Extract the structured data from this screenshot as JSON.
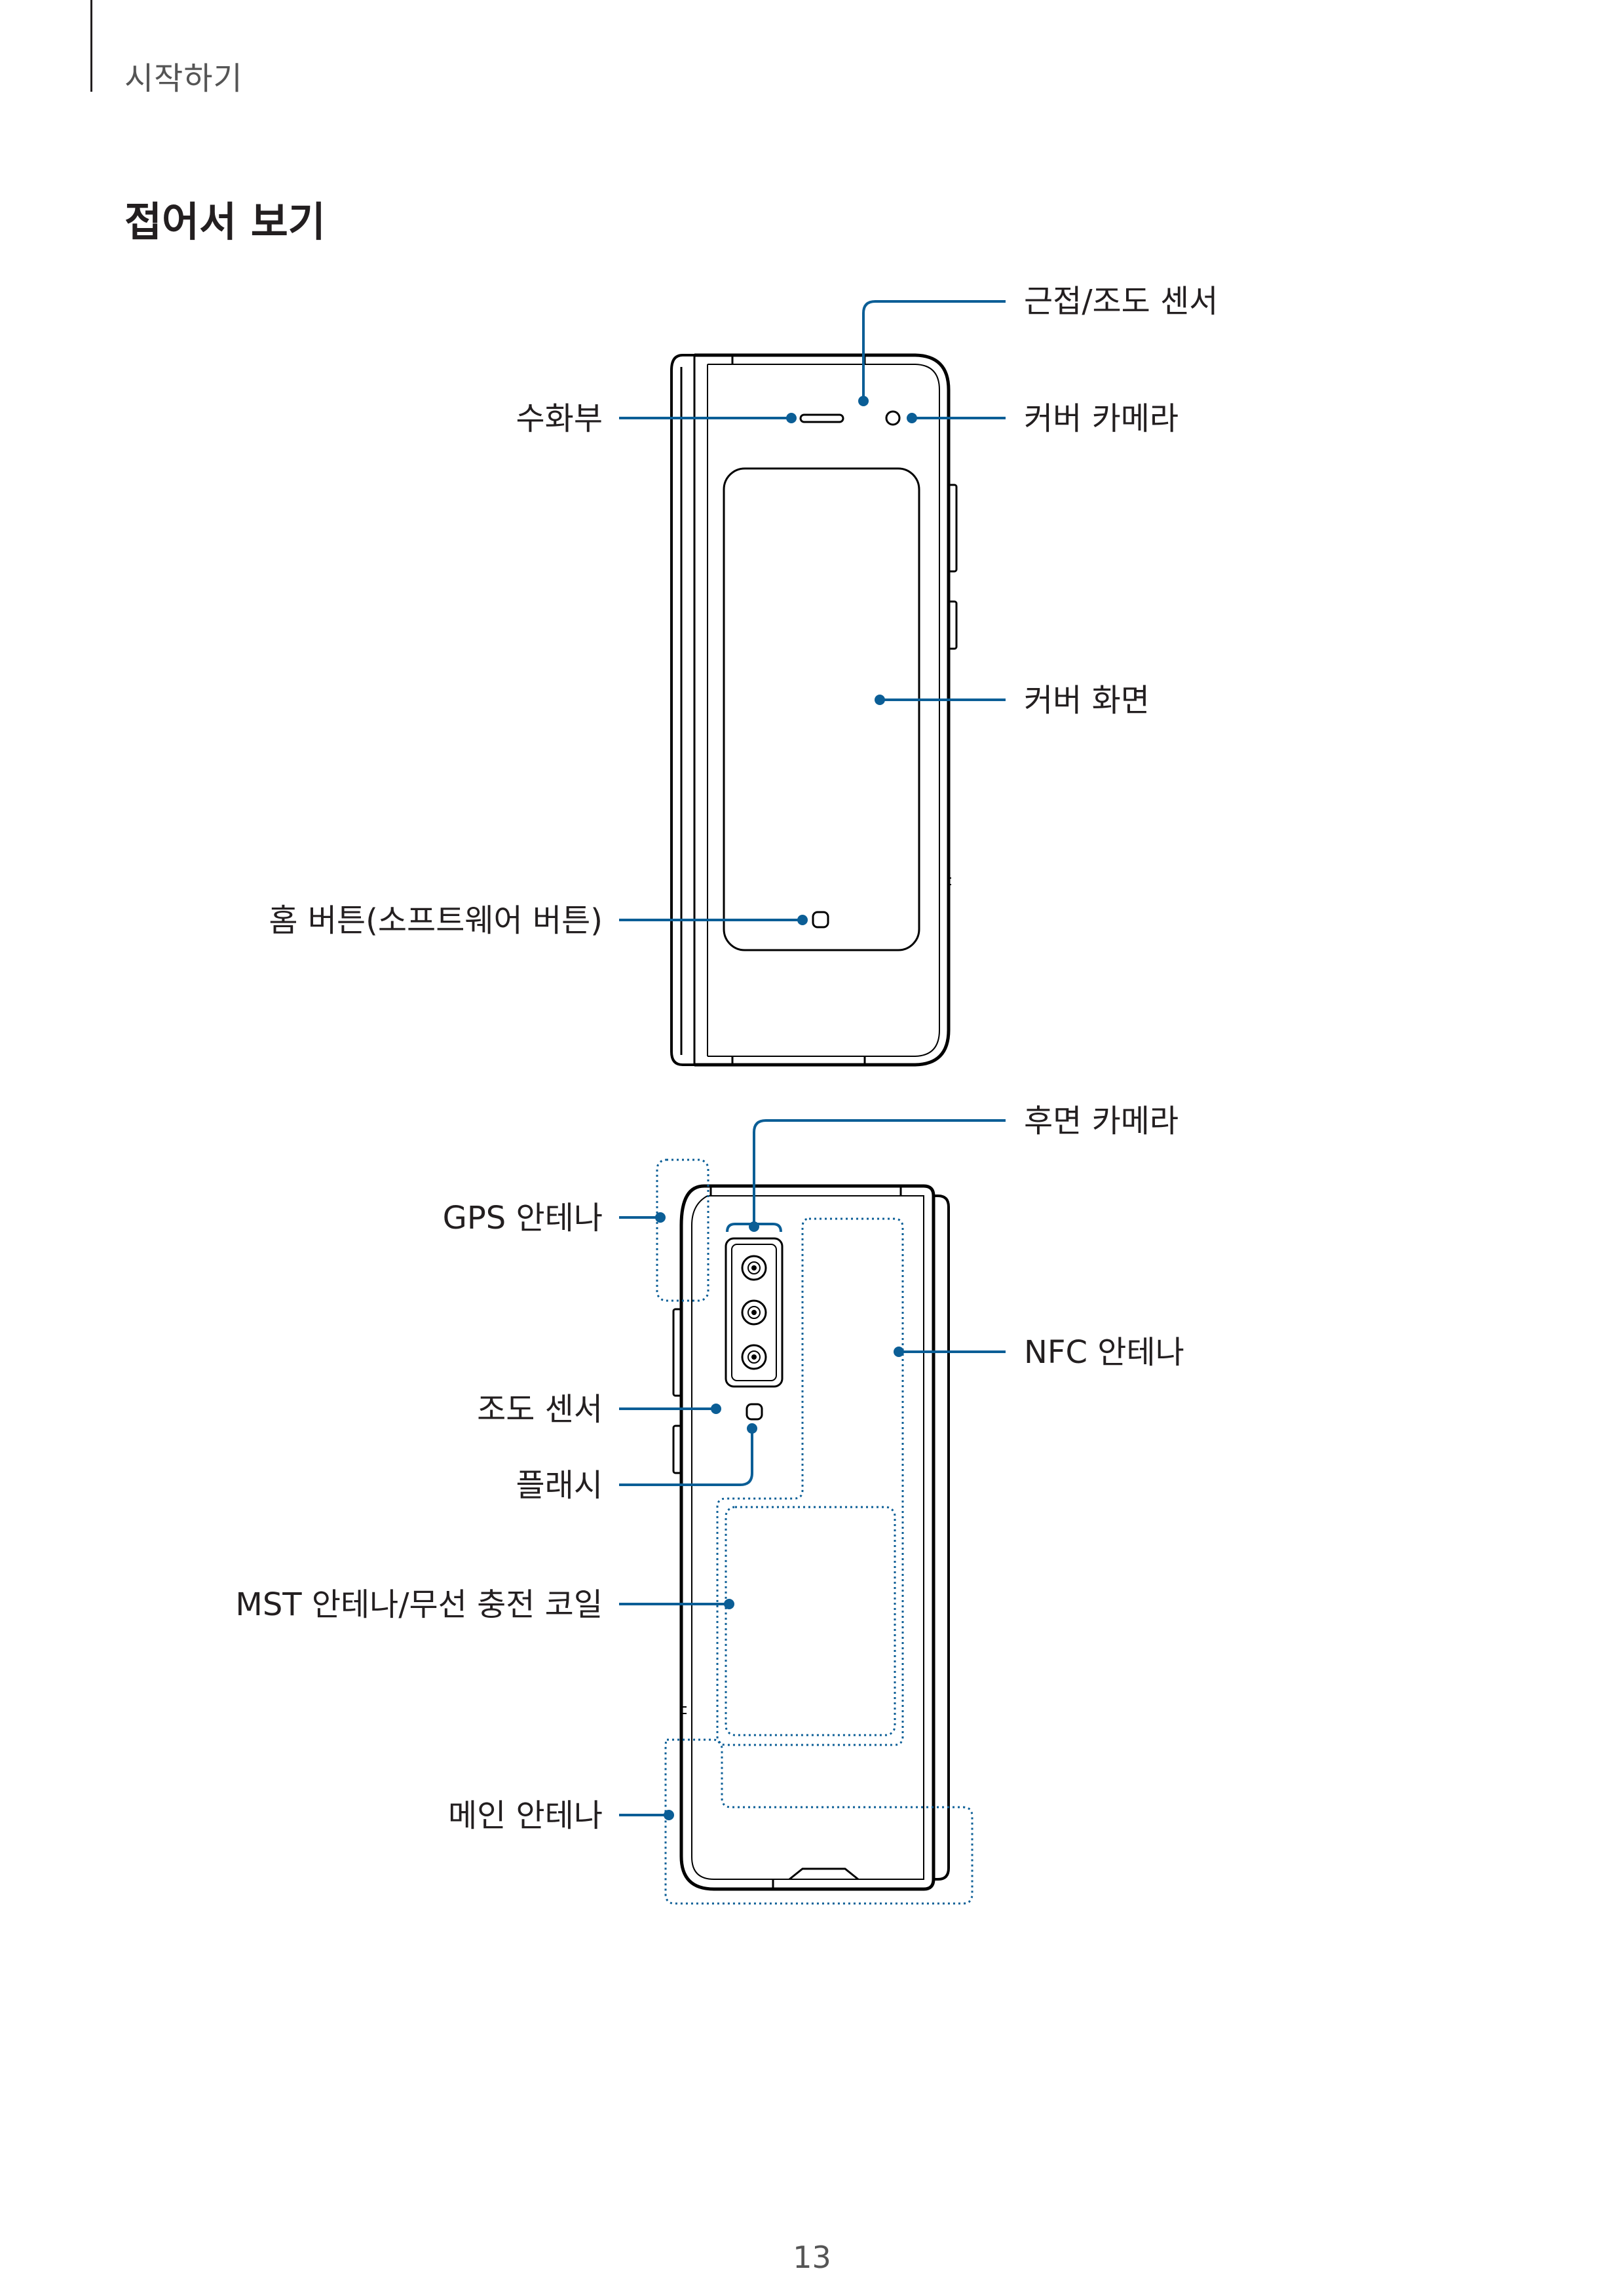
{
  "header": {
    "section": "시작하기"
  },
  "heading": "접어서 보기",
  "front_view": {
    "labels": {
      "proximity_light_sensor": "근접/조도 센서",
      "earpiece": "수화부",
      "cover_camera": "커버 카메라",
      "cover_screen": "커버 화면",
      "home_button": "홈 버튼(소프트웨어 버튼)"
    }
  },
  "rear_view": {
    "labels": {
      "rear_camera": "후면 카메라",
      "gps_antenna": "GPS 안테나",
      "nfc_antenna": "NFC 안테나",
      "light_sensor": "조도 센서",
      "flash": "플래시",
      "mst_antenna": "MST 안테나/무선 충전 코일",
      "main_antenna": "메인 안테나"
    }
  },
  "colors": {
    "callout": "#0b5e96",
    "outline": "#000000",
    "text": "#231f20"
  },
  "footer": {
    "page_number": "13"
  }
}
